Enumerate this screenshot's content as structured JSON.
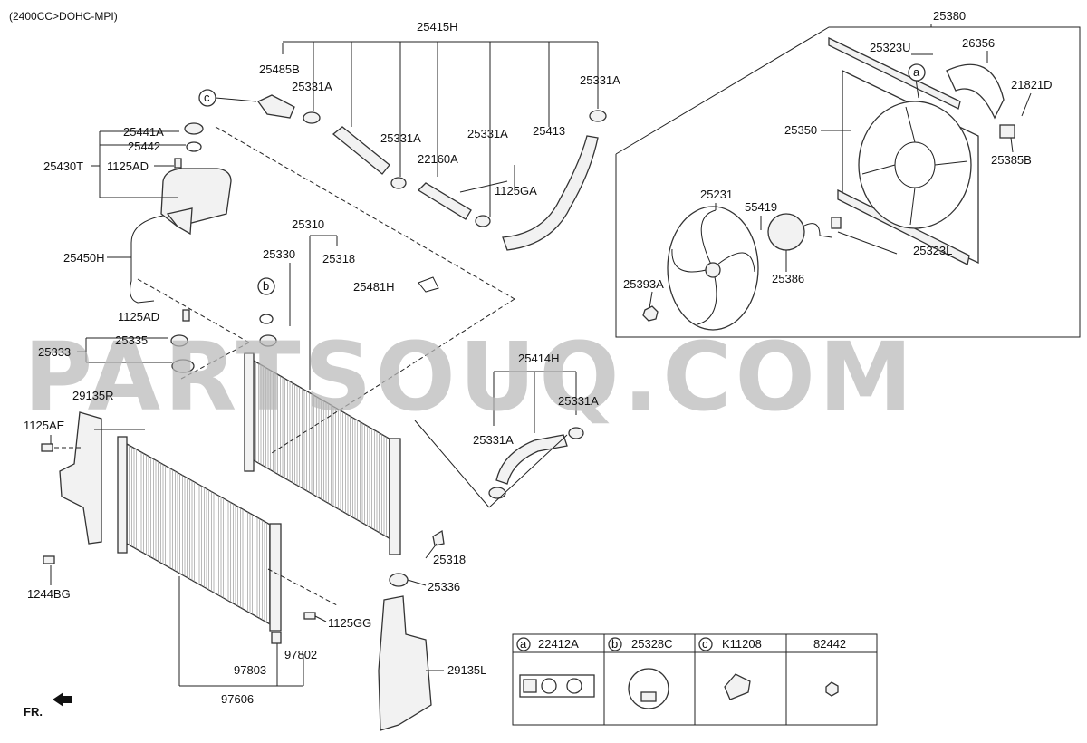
{
  "header": {
    "engine_spec": "(2400CC>DOHC-MPI)"
  },
  "watermark": {
    "text": "PARTSOUQ.COM"
  },
  "direction_label": "FR.",
  "callouts": {
    "a": "a",
    "b": "b",
    "c": "c"
  },
  "parts": {
    "p25380": "25380",
    "p25415H": "25415H",
    "p25485B": "25485B",
    "p25331A_1": "25331A",
    "p25331A_2": "25331A",
    "p25331A_3": "25331A",
    "p25331A_4": "25331A",
    "p25331A_5": "25331A",
    "p25331A_6": "25331A",
    "p25413": "25413",
    "p22160A": "22160A",
    "p1125GA": "1125GA",
    "p25441A": "25441A",
    "p25442": "25442",
    "p25430T": "25430T",
    "p1125AD_1": "1125AD",
    "p1125AD_2": "1125AD",
    "p25450H": "25450H",
    "p25310": "25310",
    "p25330": "25330",
    "p25318_1": "25318",
    "p25318_2": "25318",
    "p25481H": "25481H",
    "p25335": "25335",
    "p25333": "25333",
    "p29135R": "29135R",
    "p1125AE": "1125AE",
    "p1244BG": "1244BG",
    "p25414H": "25414H",
    "p25336": "25336",
    "p1125GG": "1125GG",
    "p97802": "97802",
    "p97803": "97803",
    "p97606": "97606",
    "p29135L": "29135L",
    "p25323U": "25323U",
    "p26356": "26356",
    "p21821D": "21821D",
    "p25350": "25350",
    "p25385B": "25385B",
    "p25231": "25231",
    "p55419": "55419",
    "p25323L": "25323L",
    "p25386": "25386",
    "p25393A": "25393A"
  },
  "legend_table": {
    "cells": [
      {
        "letter": "a",
        "part": "22412A"
      },
      {
        "letter": "b",
        "part": "25328C"
      },
      {
        "letter": "c",
        "part": "K11208"
      },
      {
        "letter": "",
        "part": "82442"
      }
    ]
  }
}
